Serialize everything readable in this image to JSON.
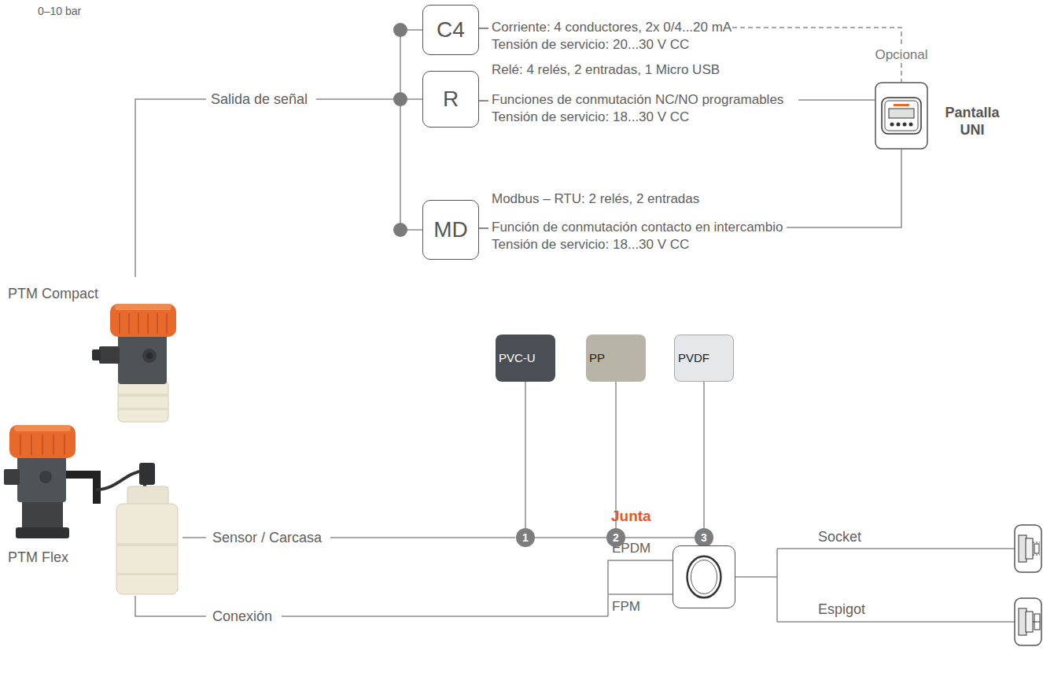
{
  "diagram": {
    "nodes": [
      {
        "text": [
          "C4",
          "Corriente: 4 conductores, 2x 0/4...20 mA",
          "Tensión de servicio: 20...30 V CC"
        ]
      },
      {
        "text": [
          "R",
          "Relé: 4 relés, 2 entradas, 1 Micro USB",
          "Funciones de conmutación NC/NO programables",
          "Tensión de servicio: 18...30 V CC"
        ]
      },
      {
        "text": [
          "MD",
          "Modbus – RTU: 2 relés, 2 entradas",
          "Función de conmutación contacto en intercambio",
          "Tensión de servicio: 18...30 V CC"
        ]
      },
      {
        "text": [
          "Pantalla UNI"
        ]
      },
      {
        "text": [
          "PVC-U"
        ]
      },
      {
        "text": [
          "PP"
        ]
      },
      {
        "text": [
          "PVDF"
        ]
      },
      {
        "text": [
          "1"
        ]
      },
      {
        "text": [
          "2"
        ]
      },
      {
        "text": [
          "3"
        ]
      },
      {
        "text": [
          "Junta"
        ]
      }
    ],
    "edges": [
      {
        "from": 0,
        "to": 3,
        "arrow": "none",
        "label": "Opcional"
      },
      {
        "from": 1,
        "to": 3,
        "arrow": "none"
      },
      {
        "from": 2,
        "to": 3,
        "arrow": "none"
      },
      {
        "from": 4,
        "to": 7,
        "arrow": "none"
      },
      {
        "from": 5,
        "to": 8,
        "arrow": "none"
      },
      {
        "from": 6,
        "to": 9,
        "arrow": "none"
      },
      {
        "from": 7,
        "to": 8,
        "arrow": "none"
      },
      {
        "from": 8,
        "to": 9,
        "arrow": "none"
      }
    ],
    "labels": [
      "0–10 bar",
      "Salida de señal",
      "PTM Compact",
      "Sensor / Carcasa",
      "PTM Flex",
      "Conexión",
      "EPDM",
      "FPM",
      "Socket",
      "Espigot"
    ]
  }
}
